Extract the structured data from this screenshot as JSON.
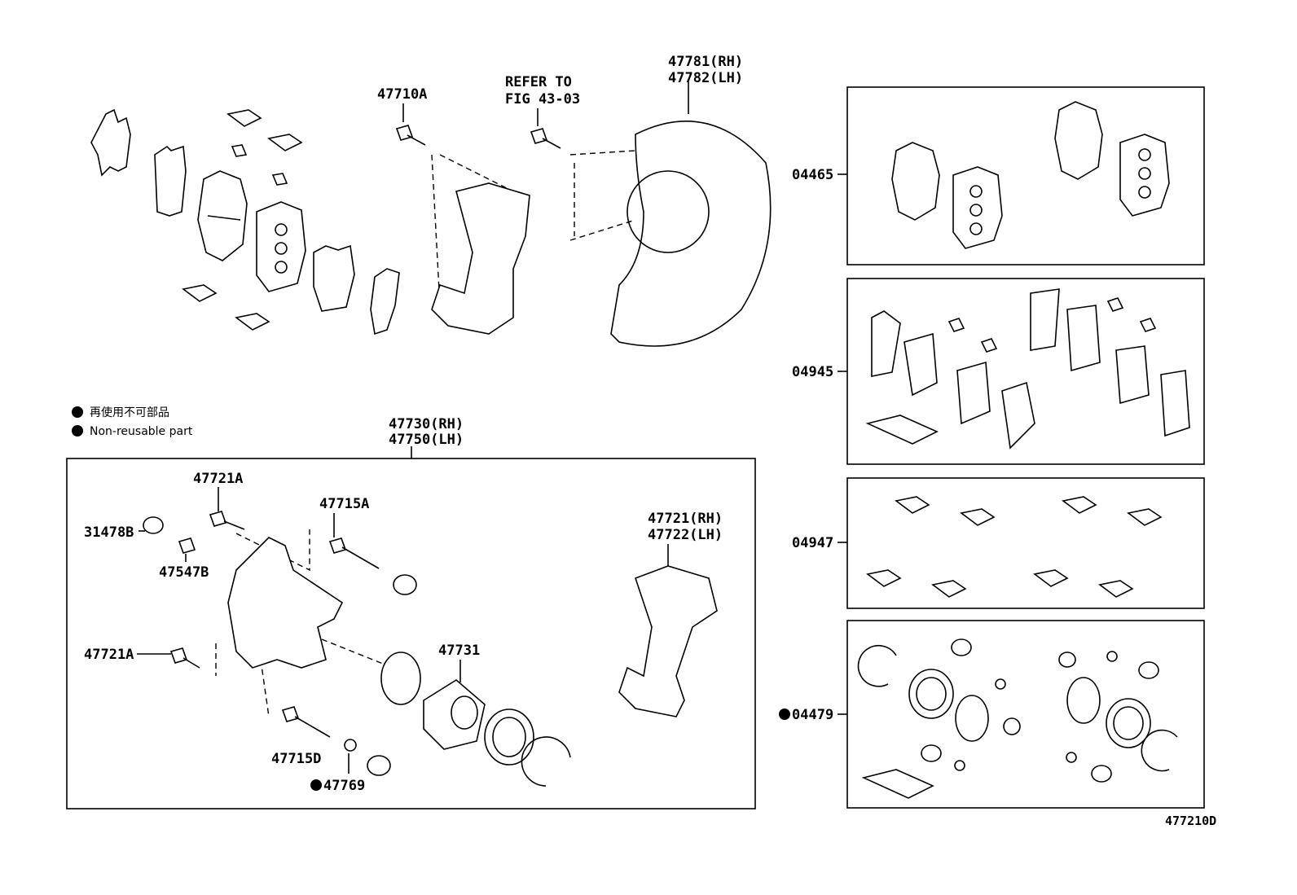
{
  "labels": {
    "p47710A": "47710A",
    "refer1": "REFER TO",
    "refer2": "FIG 43-03",
    "p47781": "47781(RH)",
    "p47782": "47782(LH)",
    "p04465": "04465",
    "p04945": "04945",
    "p04947": "04947",
    "p04479": "04479",
    "p47730": "47730(RH)",
    "p47750": "47750(LH)",
    "p47721A_top": "47721A",
    "p47715A": "47715A",
    "p31478B": "31478B",
    "p47547B": "47547B",
    "p47721": "47721(RH)",
    "p47722": "47722(LH)",
    "p47721A_mid": "47721A",
    "p47731": "47731",
    "p47715D": "47715D",
    "p47769": "47769",
    "figure_id": "477210D"
  },
  "legend": {
    "jp": "再使用不可部品",
    "en": "Non-reusable part"
  }
}
